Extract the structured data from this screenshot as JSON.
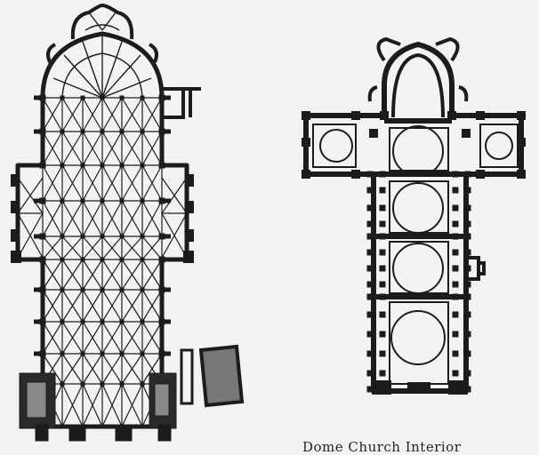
{
  "figure": {
    "caption": "Dome Church Interior"
  },
  "colors": {
    "background": "#f3f3f1",
    "ink": "#1c1c1c",
    "fill": "#7a7a7a"
  },
  "plans": [
    {
      "name": "gothic-cathedral-plan",
      "style": "ribbed vaulting with apse and chapels"
    },
    {
      "name": "domed-church-plan",
      "style": "cross plan with domed bays"
    }
  ]
}
